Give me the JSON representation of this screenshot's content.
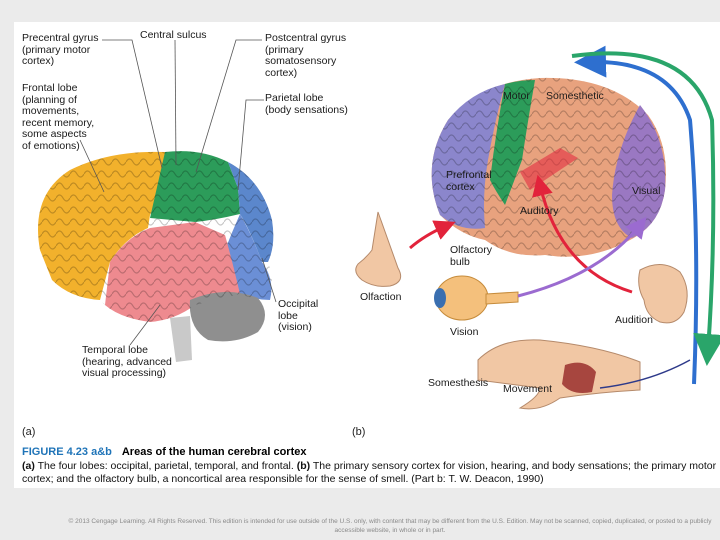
{
  "panel_a": {
    "label": "(a)",
    "labels": {
      "precentral": "Precentral gyrus\n(primary motor\ncortex)",
      "central": "Central sulcus",
      "postcentral": "Postcentral gyrus\n(primary\nsomatosensory\ncortex)",
      "frontal": "Frontal lobe\n(planning of\nmovements,\nrecent memory,\nsome aspects\nof emotions)",
      "parietal": "Parietal lobe\n(body sensations)",
      "occipital": "Occipital\nlobe\n(vision)",
      "temporal": "Temporal lobe\n(hearing, advanced\nvisual processing)"
    }
  },
  "panel_b": {
    "label": "(b)",
    "labels": {
      "motor": "Motor",
      "somesthetic": "Somesthetic",
      "prefrontal": "Prefrontal\ncortex",
      "visual": "Visual",
      "auditory": "Auditory",
      "olfactory": "Olfactory\nbulb",
      "olfaction": "Olfaction",
      "vision": "Vision",
      "audition": "Audition",
      "somesthesis": "Somesthesis",
      "movement": "Movement"
    }
  },
  "caption": {
    "figure_number": "FIGURE 4.23 a&b",
    "title": "Areas of the human cerebral cortex",
    "part_a_marker": "(a)",
    "part_a_text": " The four lobes: occipital, parietal, temporal, and frontal. ",
    "part_b_marker": "(b)",
    "part_b_text": " The primary sensory cortex for vision, hearing, and body sensations; the primary motor cortex; and the olfactory bulb, a noncortical area responsible for the sense of smell. (Part b: T. W. Deacon, 1990)"
  },
  "copyright": "© 2013 Cengage Learning. All Rights Reserved. This edition is intended for use outside of the U.S. only, with content that may be different from the U.S. Edition. May not be scanned, copied, duplicated, or posted to a publicly accessible website, in whole or in part.",
  "colors": {
    "frontal": "#f2b12c",
    "precentral": "#2c9c5a",
    "parietal": "#5b87cc",
    "temporal": "#ee8a8f",
    "occipital": "#6b8fd6",
    "cerebellum": "#8f8f8f",
    "brain_b_prefrontal": "#8b86cc",
    "brain_b_motor": "#2c9c5a",
    "brain_b_rest": "#e8a27e",
    "brain_b_visual": "#9a78c2",
    "arrow_blue": "#2e6fcf",
    "arrow_green": "#2aa56a",
    "arrow_red": "#e2233b",
    "arrow_purple": "#9b6bd0",
    "figure_number": "#1f74b8"
  }
}
